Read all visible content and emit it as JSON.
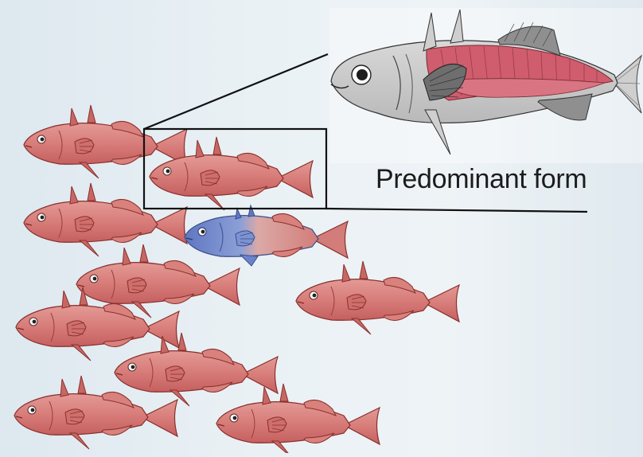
{
  "caption": "Predominant form",
  "colors": {
    "background": "#e8eff4",
    "red_form_body": "#d97f7c",
    "red_form_outline": "#8a2f2c",
    "blue_form_body": "#6b83c9",
    "callout_line": "#111111",
    "drawing_muscle": "#cf5d6e"
  },
  "school": {
    "predominant_form": "red (pelvic spines present)",
    "variant_form": "blue (reduced spines)"
  },
  "icons": [
    "fish-red",
    "fish-blue",
    "stickleback-drawing"
  ]
}
